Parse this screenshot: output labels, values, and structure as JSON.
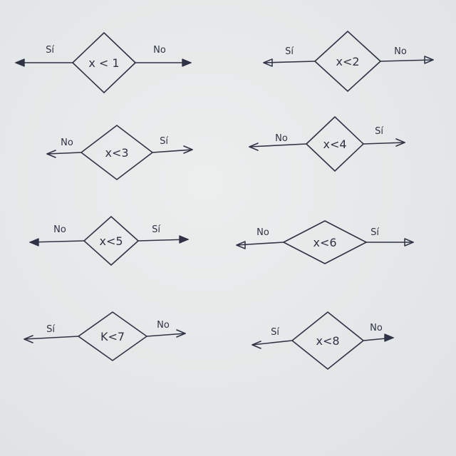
{
  "background_color": "#e7e9e9",
  "ink_color": "#2f3345",
  "decisions": [
    {
      "condition": "x < 1",
      "left_label": "Sí",
      "right_label": "No",
      "left_head": "filled",
      "right_head": "filled"
    },
    {
      "condition": "x<2",
      "left_label": "Sí",
      "right_label": "No",
      "left_head": "open",
      "right_head": "open"
    },
    {
      "condition": "x<3",
      "left_label": "No",
      "right_label": "Sí",
      "left_head": "lines",
      "right_head": "lines"
    },
    {
      "condition": "x<4",
      "left_label": "No",
      "right_label": "Sí",
      "left_head": "lines",
      "right_head": "lines"
    },
    {
      "condition": "x<5",
      "left_label": "No",
      "right_label": "Sí",
      "left_head": "filled",
      "right_head": "filled"
    },
    {
      "condition": "x<6",
      "left_label": "No",
      "right_label": "Sí",
      "left_head": "open",
      "right_head": "open"
    },
    {
      "condition": "K<7",
      "left_label": "Sí",
      "right_label": "No",
      "left_head": "lines",
      "right_head": "lines"
    },
    {
      "condition": "x<8",
      "left_label": "Sí",
      "right_label": "No",
      "left_head": "lines",
      "right_head": "filled"
    }
  ]
}
